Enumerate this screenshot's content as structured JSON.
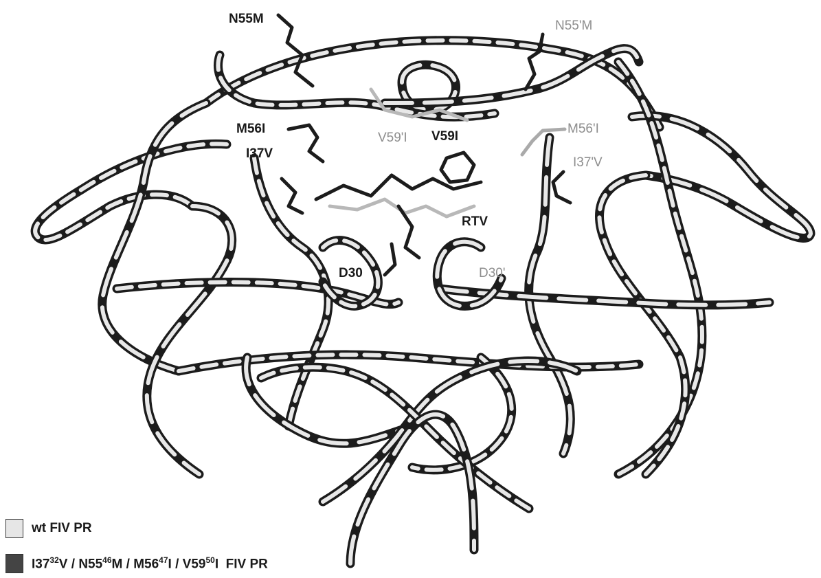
{
  "labels": {
    "n55m": "N55M",
    "n55pm": "N55'M",
    "m56i": "M56I",
    "m56pi": "M56'I",
    "i37v": "I37V",
    "i37pv": "I37'V",
    "v59pi": "V59'I",
    "v59i": "V59I",
    "rtv": "RTV",
    "d30": "D30",
    "d30p": "D30'"
  },
  "legend": {
    "wt": {
      "label": "wt FIV PR",
      "color": "#e6e6e6"
    },
    "mutant": {
      "color": "#444444",
      "m1": "I37",
      "m1_sup": "32",
      "m1_to": "V",
      "sep1": " / ",
      "m2": "N55",
      "m2_sup": "46",
      "m2_to": "M",
      "sep2": " / ",
      "m3": "M56",
      "m3_sup": "47",
      "m3_to": "I",
      "sep3": " / ",
      "m4": "V59",
      "m4_sup": "50",
      "m4_to": "I",
      "suffix": "  FIV PR"
    }
  },
  "colors": {
    "dark_strand": "#1c1c1c",
    "light_strand": "#e8e8e8",
    "label_light": "#8e8e8e"
  }
}
